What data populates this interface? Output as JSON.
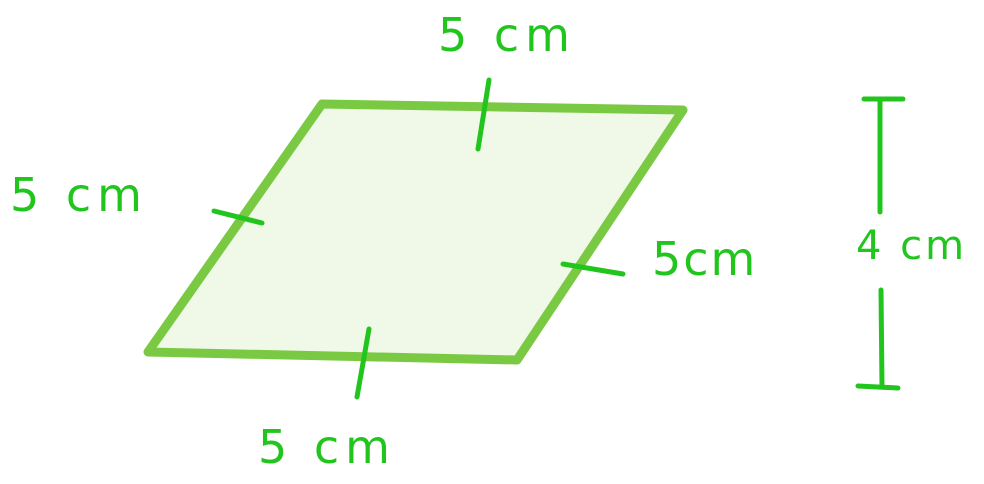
{
  "colors": {
    "shape_stroke": "#7ac943",
    "shape_fill": "#f0f8e8",
    "annotation": "#22c51e"
  },
  "labels": {
    "top_side": "5 cm",
    "left_side": "5 cm",
    "right_side": "5cm",
    "bottom_side": "5 cm",
    "height": "4 cm"
  }
}
